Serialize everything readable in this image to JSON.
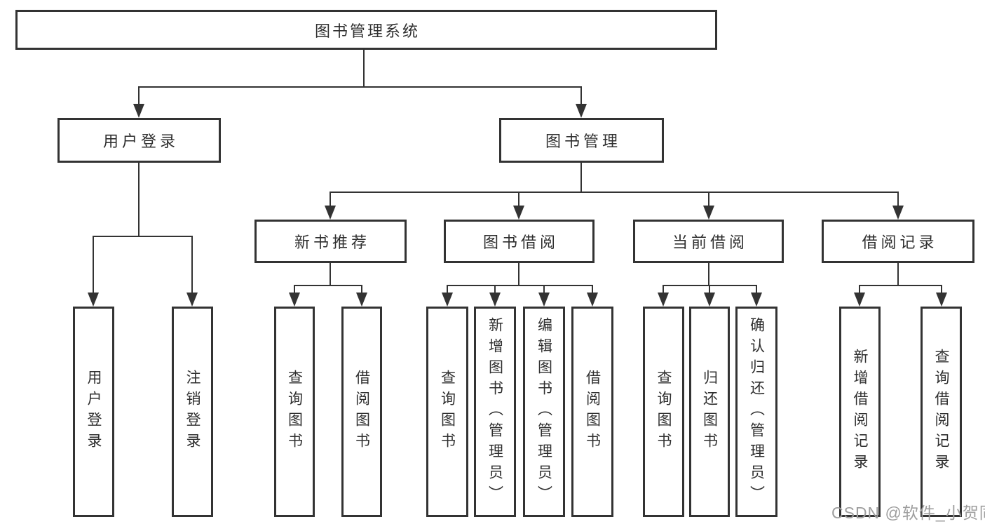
{
  "tree": {
    "root": "图书管理系统",
    "children": [
      {
        "label": "用户登录",
        "children": [
          "用户登录",
          "注销登录"
        ]
      },
      {
        "label": "图书管理",
        "children": [
          {
            "label": "新书推荐",
            "children": [
              "查询图书",
              "借阅图书"
            ]
          },
          {
            "label": "图书借阅",
            "children": [
              "查询图书",
              "新增图书（管理员）",
              "编辑图书（管理员）",
              "借阅图书"
            ]
          },
          {
            "label": "当前借阅",
            "children": [
              "查询图书",
              "归还图书",
              "确认归还（管理员）"
            ]
          },
          {
            "label": "借阅记录",
            "children": [
              "新增借阅记录",
              "查询借阅记录"
            ]
          }
        ]
      }
    ]
  },
  "watermark": "CSDN @软件_小贺同学",
  "colors": {
    "line": "#333333",
    "border": "#333333",
    "text": "#2f2f2f",
    "watermark": "#9e9e9e",
    "background": "#ffffff"
  }
}
